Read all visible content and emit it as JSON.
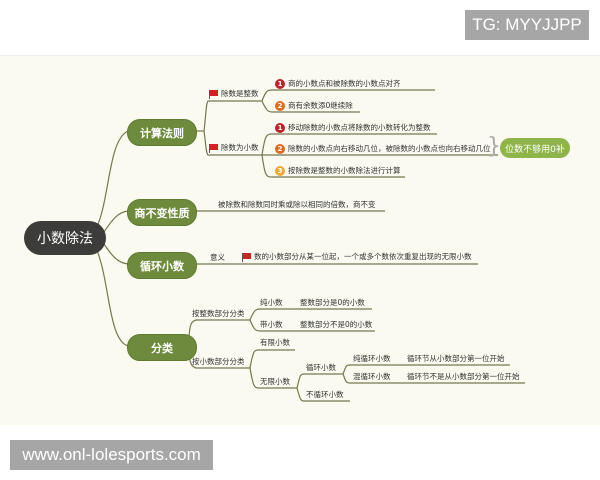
{
  "watermarks": {
    "top_right": "TG: MYYJJPP",
    "bottom_left": "www.onl-lolesports.com"
  },
  "colors": {
    "background": "#fafaf0",
    "root": "#3c3c3a",
    "branch": "#6e8b3d",
    "tag": "#8eb44a",
    "line": "#6b6b45",
    "badge1": "#c0202a",
    "badge2": "#e06a1e",
    "badge3": "#f0a830",
    "flag": "#d42020"
  },
  "mindmap": {
    "root": "小数除法",
    "branches": [
      {
        "label": "计算法则",
        "children": [
          {
            "label": "除数是整数",
            "icon": "flag-icon",
            "items": [
              {
                "num": "1",
                "text": "商的小数点和被除数的小数点对齐"
              },
              {
                "num": "2",
                "text": "商有余数添0继续除"
              }
            ]
          },
          {
            "label": "除数为小数",
            "icon": "flag-icon",
            "items": [
              {
                "num": "1",
                "text": "移动除数的小数点将除数的小数转化为整数"
              },
              {
                "num": "2",
                "text": "除数的小数点向右移动几位，被除数的小数点也向右移动几位"
              },
              {
                "num": "3",
                "text": "按除数是整数的小数除法进行计算"
              }
            ],
            "note": "位数不够用0补"
          }
        ]
      },
      {
        "label": "商不变性质",
        "text": "被除数和除数同时乘或除以相同的倍数，商不变"
      },
      {
        "label": "循环小数",
        "meaning_label": "意义",
        "text": "数的小数部分从某一位起，一个或多个数依次重复出现的无限小数"
      },
      {
        "label": "分类",
        "children": [
          {
            "label": "按整数部分分类",
            "items": [
              {
                "label": "纯小数",
                "desc": "整数部分是0的小数"
              },
              {
                "label": "带小数",
                "desc": "整数部分不是0的小数"
              }
            ]
          },
          {
            "label": "按小数部分分类",
            "items": [
              {
                "label": "有限小数"
              },
              {
                "label": "无限小数",
                "children": [
                  {
                    "label": "循环小数",
                    "items": [
                      {
                        "label": "纯循环小数",
                        "desc": "循环节从小数部分第一位开始"
                      },
                      {
                        "label": "混循环小数",
                        "desc": "循环节不是从小数部分第一位开始"
                      }
                    ]
                  },
                  {
                    "label": "不循环小数"
                  }
                ]
              }
            ]
          }
        ]
      }
    ]
  }
}
